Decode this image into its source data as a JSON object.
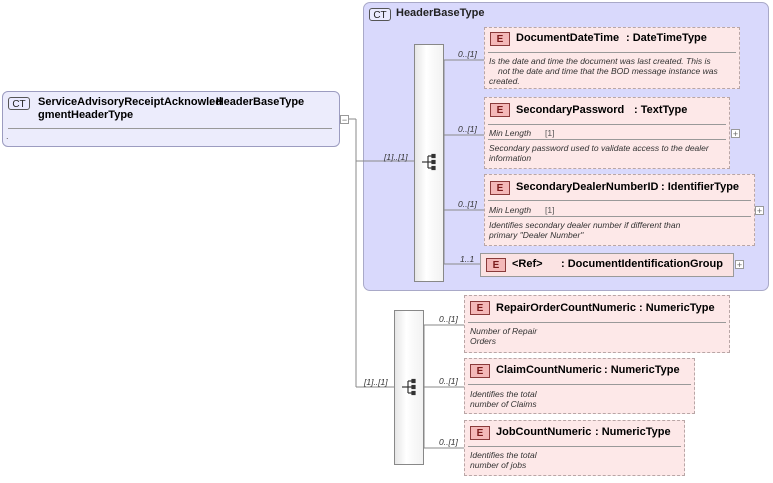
{
  "complex_type": {
    "badge": "CT",
    "name": "HeaderBaseType"
  },
  "root": {
    "badge": "CT",
    "name_line1": "ServiceAdvisoryReceiptAcknowled",
    "name_line2": "gmentHeaderType",
    "type": ": HeaderBaseType",
    "dot": "."
  },
  "sequences": [
    {
      "cardinality": "[1]..[1]"
    },
    {
      "cardinality": "[1]..[1]"
    }
  ],
  "elements": [
    {
      "badge": "E",
      "name": "DocumentDateTime",
      "type": ": DateTimeType",
      "cardinality": "0..[1]",
      "description_lines": [
        "Is the date and time the document was last created. This is",
        "not the date and time that the BOD message instance was",
        "created."
      ]
    },
    {
      "badge": "E",
      "name": "SecondaryPassword",
      "type": ": TextType",
      "cardinality": "0..[1]",
      "facet_label": "Min Length",
      "facet_value": "[1]",
      "description_lines": [
        "Secondary password used to validate access to the dealer",
        "information"
      ]
    },
    {
      "badge": "E",
      "name": "SecondaryDealerNumberID",
      "type": ": IdentifierType",
      "cardinality": "0..[1]",
      "facet_label": "Min Length",
      "facet_value": "[1]",
      "description_lines": [
        "Identifies secondary dealer number if different than",
        "primary \"Dealer Number\""
      ]
    },
    {
      "badge": "E",
      "name": "<Ref>",
      "type": ": DocumentIdentificationGroup",
      "cardinality": "1..1"
    },
    {
      "badge": "E",
      "name": "RepairOrderCountNumeric",
      "type": ": NumericType",
      "cardinality": "0..[1]",
      "description_lines": [
        "Number of Repair",
        "Orders"
      ]
    },
    {
      "badge": "E",
      "name": "ClaimCountNumeric",
      "type": ": NumericType",
      "cardinality": "0..[1]",
      "description_lines": [
        "Identifies the total",
        "number of Claims"
      ]
    },
    {
      "badge": "E",
      "name": "JobCountNumeric",
      "type": ": NumericType",
      "cardinality": "0..[1]",
      "description_lines": [
        "Identifies the total",
        "number of jobs"
      ]
    }
  ],
  "expand_symbol": "+",
  "collapse_symbol": "−"
}
